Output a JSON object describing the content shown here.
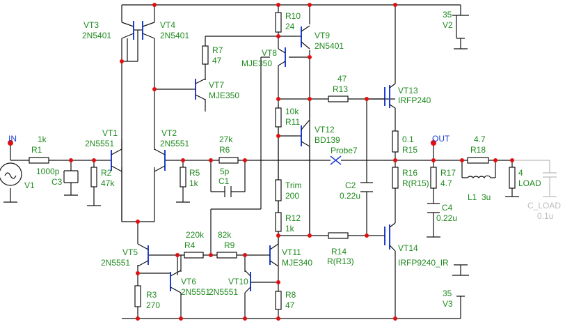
{
  "schematic": {
    "ports": {
      "in": "IN",
      "out": "OUT"
    },
    "probe": "Probe7",
    "components": [
      {
        "ref": "VT3",
        "value": "2N5401"
      },
      {
        "ref": "VT4",
        "value": "2N5401"
      },
      {
        "ref": "R10",
        "value": "24"
      },
      {
        "ref": "VT9",
        "value": "2N5401"
      },
      {
        "ref": "R7",
        "value": "47"
      },
      {
        "ref": "VT8",
        "value": "MJE350"
      },
      {
        "ref": "VT7",
        "value": "MJE350"
      },
      {
        "ref": "R13",
        "value": "47"
      },
      {
        "ref": "VT13",
        "value": "IRFP240"
      },
      {
        "ref": "R11",
        "value": "10k"
      },
      {
        "ref": "VT12",
        "value": "BD139"
      },
      {
        "ref": "VT1",
        "value": "2N5551"
      },
      {
        "ref": "VT2",
        "value": "2N5551"
      },
      {
        "ref": "R1",
        "value": "1k"
      },
      {
        "ref": "R6",
        "value": "27k"
      },
      {
        "ref": "R15",
        "value": "0.1"
      },
      {
        "ref": "R18",
        "value": "4.7"
      },
      {
        "ref": "C3",
        "value": "1000p"
      },
      {
        "ref": "R2",
        "value": "47k"
      },
      {
        "ref": "R5",
        "value": "1k"
      },
      {
        "ref": "C1",
        "value": "5p"
      },
      {
        "ref": "R16",
        "value": "R(R15)"
      },
      {
        "ref": "R17",
        "value": "4.7"
      },
      {
        "ref": "LOAD",
        "value": "4"
      },
      {
        "ref": "V1",
        "value": ""
      },
      {
        "ref": "Trim",
        "value": "200"
      },
      {
        "ref": "C2",
        "value": "0.22u"
      },
      {
        "ref": "L1",
        "value": "3u"
      },
      {
        "ref": "C4",
        "value": "0.22u"
      },
      {
        "ref": "C_LOAD",
        "value": "0.1u"
      },
      {
        "ref": "R12",
        "value": "1k"
      },
      {
        "ref": "R4",
        "value": "220k"
      },
      {
        "ref": "R9",
        "value": "82k"
      },
      {
        "ref": "R14",
        "value": "R(R13)"
      },
      {
        "ref": "VT5",
        "value": "2N5551"
      },
      {
        "ref": "VT11",
        "value": "MJE340"
      },
      {
        "ref": "VT14",
        "value": "IRFP9240_IR"
      },
      {
        "ref": "VT6",
        "value": "2N5551"
      },
      {
        "ref": "VT10",
        "value": "2N5551"
      },
      {
        "ref": "R3",
        "value": "270"
      },
      {
        "ref": "R8",
        "value": "47"
      }
    ],
    "supplies": [
      {
        "value": "35",
        "name": "V2"
      },
      {
        "value": "35",
        "name": "V3"
      }
    ],
    "colors": {
      "label": "#1f8a1f",
      "port": "#1f3fd0",
      "node": "#e01010",
      "wire": "#111111",
      "transistor": "#1f3fd0",
      "ghost": "#bbbbbb"
    }
  }
}
